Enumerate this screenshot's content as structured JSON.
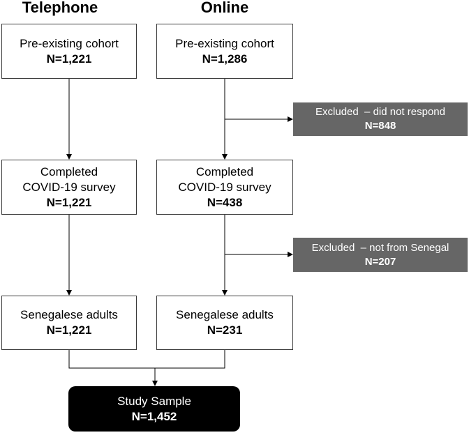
{
  "headers": {
    "telephone": "Telephone",
    "online": "Online"
  },
  "telephone": {
    "cohort": {
      "label": "Pre-existing cohort",
      "n": "N=1,221"
    },
    "survey": {
      "label1": "Completed",
      "label2": "COVID-19 survey",
      "n": "N=1,221"
    },
    "adults": {
      "label": "Senegalese adults",
      "n": "N=1,221"
    }
  },
  "online": {
    "cohort": {
      "label": "Pre-existing cohort",
      "n": "N=1,286"
    },
    "survey": {
      "label1": "Completed",
      "label2": "COVID-19 survey",
      "n": "N=438"
    },
    "adults": {
      "label": "Senegalese adults",
      "n": "N=231"
    }
  },
  "excluded": [
    {
      "label": "Excluded  – did not respond",
      "n": "N=848"
    },
    {
      "label": "Excluded  – not from Senegal",
      "n": "N=207"
    }
  ],
  "final": {
    "label": "Study Sample",
    "n": "N=1,452"
  },
  "colors": {
    "excluded_fill": "#666666",
    "final_fill": "#000000",
    "box_border": "#3a3a3a"
  }
}
